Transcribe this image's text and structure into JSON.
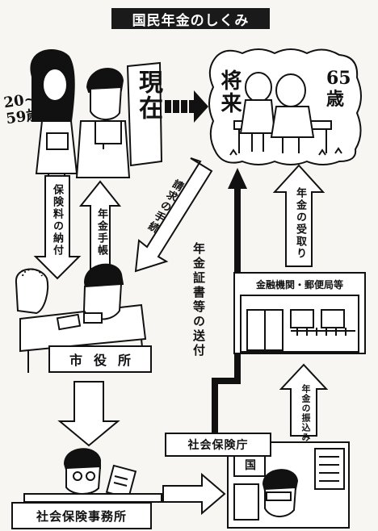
{
  "title": "国民年金のしくみ",
  "top_left": {
    "board": "現在",
    "age": "20~59歳"
  },
  "top_right": {
    "board": "将来",
    "age": "65歳"
  },
  "arrows": {
    "premium": "保険料の納付",
    "handbook": "年金手帳",
    "claim": "請求の手続",
    "certificate": "年金証書等の送付",
    "receive": "年金の受取り",
    "transfer": "年金の振込み"
  },
  "boxes": {
    "city_office": "市役所",
    "bank": "金融機関・郵便局等",
    "agency": "社会保険庁",
    "social_office": "社会保険事務所"
  },
  "icons": {
    "agency_seal": "国"
  }
}
